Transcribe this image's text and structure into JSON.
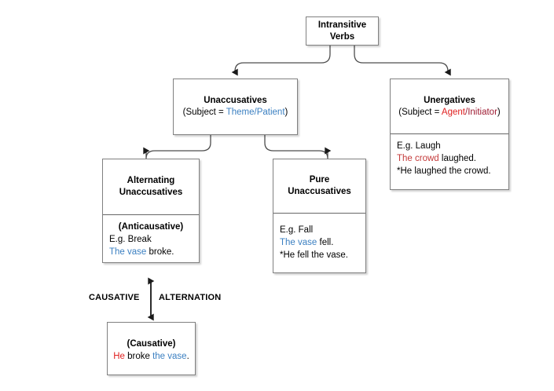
{
  "diagram": {
    "title_node": {
      "line1": "Intransitive",
      "line2": "Verbs"
    },
    "unaccusatives": {
      "title": "Unaccusatives",
      "sub_prefix": "(Subject = ",
      "sub_role": "Theme/Patient",
      "sub_suffix": ")"
    },
    "unergatives": {
      "title": "Unergatives",
      "sub_prefix": "(Subject = ",
      "sub_role_a": "Agent",
      "sub_role_sep": "/",
      "sub_role_b": "Initiator",
      "sub_suffix": ")",
      "eg_label": "E.g. Laugh",
      "example_good_subject": "The crowd",
      "example_good_rest": " laughed.",
      "example_bad": "*He laughed the crowd."
    },
    "alternating_unaccusatives": {
      "title_line1": "Alternating",
      "title_line2": "Unaccusatives",
      "body_heading": "(Anticausative)",
      "eg_label": "E.g. Break",
      "example_subject": "The vase",
      "example_rest": " broke."
    },
    "pure_unaccusatives": {
      "title_line1": "Pure",
      "title_line2": "Unaccusatives",
      "eg_label": "E.g. Fall",
      "example_subject": "The vase",
      "example_rest": " fell.",
      "example_bad": "*He fell the vase."
    },
    "causative": {
      "heading": "(Causative)",
      "subject": "He",
      "verb": " broke ",
      "object": "the vase",
      "period": "."
    },
    "alternation_label": {
      "left": "CAUSATIVE",
      "right": "ALTERNATION"
    },
    "colors": {
      "theme_patient": "#3a7fc1",
      "agent": "#e02020",
      "initiator": "#9e1b32",
      "crowd": "#c43b3b",
      "box_border": "#808080",
      "connector": "#4d4d4d",
      "text": "#000000"
    }
  }
}
